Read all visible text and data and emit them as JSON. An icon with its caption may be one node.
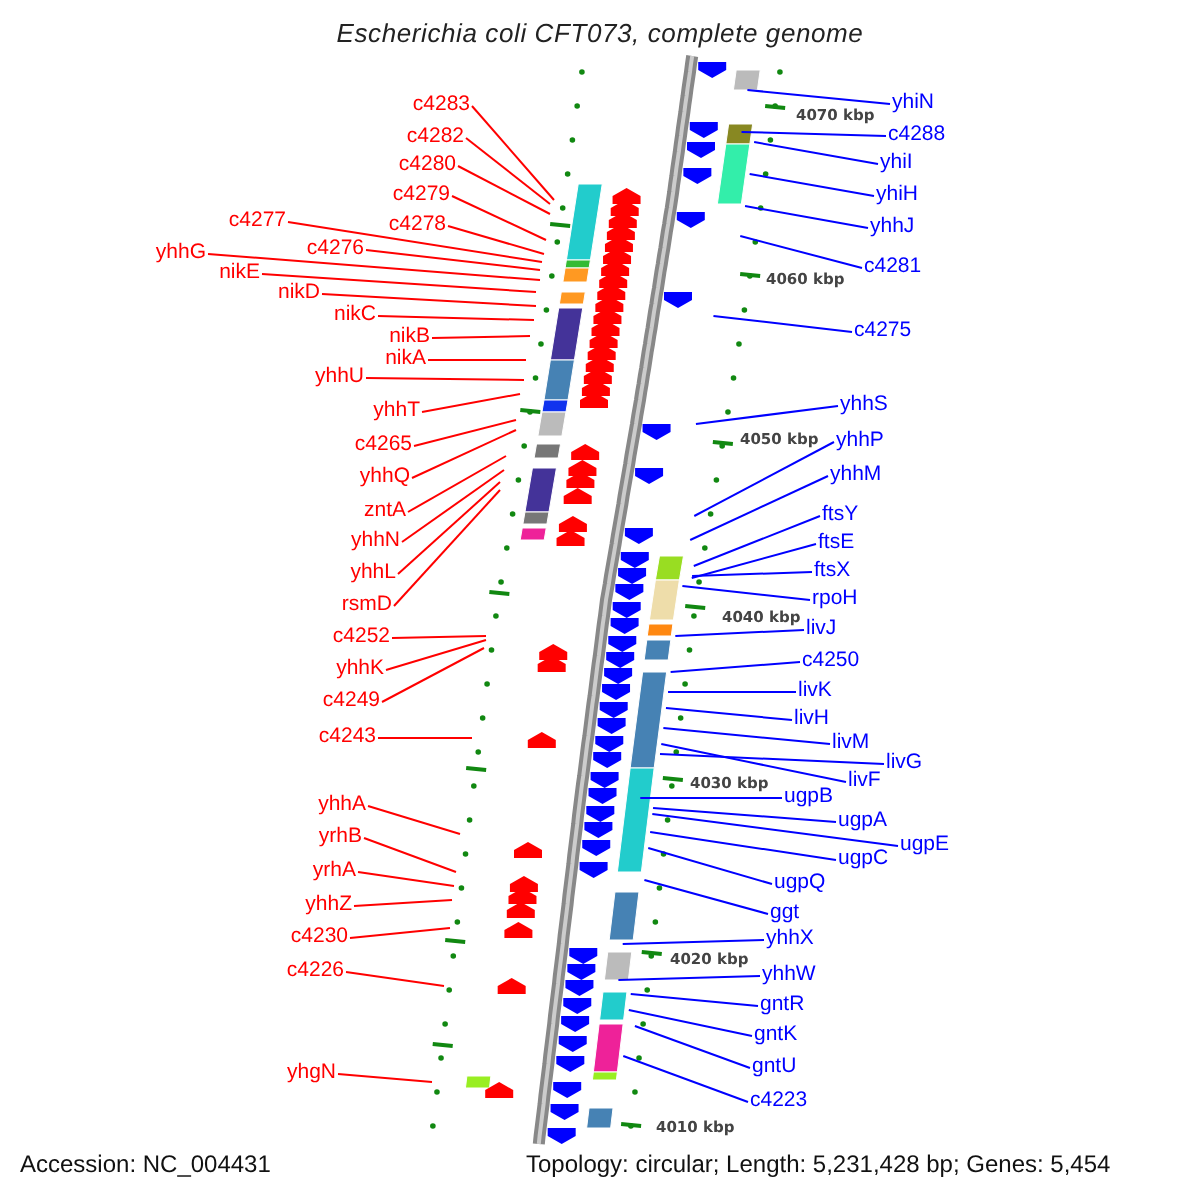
{
  "diagram": {
    "title": "Escherichia coli CFT073, complete genome",
    "nodes": [
      {
        "text": [
          "c4283"
        ]
      },
      {
        "text": [
          "c4282"
        ]
      },
      {
        "text": [
          "c4280"
        ]
      },
      {
        "text": [
          "c4279"
        ]
      },
      {
        "text": [
          "c4278"
        ]
      },
      {
        "text": [
          "c4277"
        ]
      },
      {
        "text": [
          "c4276"
        ]
      },
      {
        "text": [
          "yhhG"
        ]
      },
      {
        "text": [
          "nikE"
        ]
      },
      {
        "text": [
          "nikD"
        ]
      },
      {
        "text": [
          "nikC"
        ]
      },
      {
        "text": [
          "nikB"
        ]
      },
      {
        "text": [
          "nikA"
        ]
      },
      {
        "text": [
          "yhhU"
        ]
      },
      {
        "text": [
          "yhhT"
        ]
      },
      {
        "text": [
          "c4265"
        ]
      },
      {
        "text": [
          "yhhQ"
        ]
      },
      {
        "text": [
          "zntA"
        ]
      },
      {
        "text": [
          "yhhN"
        ]
      },
      {
        "text": [
          "yhhL"
        ]
      },
      {
        "text": [
          "rsmD"
        ]
      },
      {
        "text": [
          "c4252"
        ]
      },
      {
        "text": [
          "yhhK"
        ]
      },
      {
        "text": [
          "c4249"
        ]
      },
      {
        "text": [
          "c4243"
        ]
      },
      {
        "text": [
          "yhhA"
        ]
      },
      {
        "text": [
          "yrhB"
        ]
      },
      {
        "text": [
          "yrhA"
        ]
      },
      {
        "text": [
          "yhhZ"
        ]
      },
      {
        "text": [
          "c4230"
        ]
      },
      {
        "text": [
          "c4226"
        ]
      },
      {
        "text": [
          "yhgN"
        ]
      },
      {
        "text": [
          "yhiN"
        ]
      },
      {
        "text": [
          "c4288"
        ]
      },
      {
        "text": [
          "yhiI"
        ]
      },
      {
        "text": [
          "yhiH"
        ]
      },
      {
        "text": [
          "yhhJ"
        ]
      },
      {
        "text": [
          "c4281"
        ]
      },
      {
        "text": [
          "c4275"
        ]
      },
      {
        "text": [
          "yhhS"
        ]
      },
      {
        "text": [
          "yhhP"
        ]
      },
      {
        "text": [
          "yhhM"
        ]
      },
      {
        "text": [
          "ftsY"
        ]
      },
      {
        "text": [
          "ftsE"
        ]
      },
      {
        "text": [
          "ftsX"
        ]
      },
      {
        "text": [
          "rpoH"
        ]
      },
      {
        "text": [
          "livJ"
        ]
      },
      {
        "text": [
          "c4250"
        ]
      },
      {
        "text": [
          "livK"
        ]
      },
      {
        "text": [
          "livH"
        ]
      },
      {
        "text": [
          "livM"
        ]
      },
      {
        "text": [
          "livF"
        ]
      },
      {
        "text": [
          "livG"
        ]
      },
      {
        "text": [
          "ugpB"
        ]
      },
      {
        "text": [
          "ugpA"
        ]
      },
      {
        "text": [
          "ugpE"
        ]
      },
      {
        "text": [
          "ugpC"
        ]
      },
      {
        "text": [
          "ugpQ"
        ]
      },
      {
        "text": [
          "ggt"
        ]
      },
      {
        "text": [
          "yhhX"
        ]
      },
      {
        "text": [
          "yhhW"
        ]
      },
      {
        "text": [
          "gntR"
        ]
      },
      {
        "text": [
          "gntK"
        ]
      },
      {
        "text": [
          "gntU"
        ]
      },
      {
        "text": [
          "c4223"
        ]
      }
    ],
    "edges": [
      {
        "from": 0,
        "to": null,
        "arrow": "none",
        "color": "#ff0000"
      },
      {
        "from": 1,
        "to": null,
        "arrow": "none",
        "color": "#ff0000"
      },
      {
        "from": 2,
        "to": null,
        "arrow": "none",
        "color": "#ff0000"
      },
      {
        "from": 3,
        "to": null,
        "arrow": "none",
        "color": "#ff0000"
      },
      {
        "from": 4,
        "to": null,
        "arrow": "none",
        "color": "#ff0000"
      },
      {
        "from": 5,
        "to": null,
        "arrow": "none",
        "color": "#ff0000"
      },
      {
        "from": 6,
        "to": null,
        "arrow": "none",
        "color": "#ff0000"
      },
      {
        "from": 7,
        "to": null,
        "arrow": "none",
        "color": "#ff0000"
      },
      {
        "from": 8,
        "to": null,
        "arrow": "none",
        "color": "#ff0000"
      },
      {
        "from": 9,
        "to": null,
        "arrow": "none",
        "color": "#ff0000"
      },
      {
        "from": 10,
        "to": null,
        "arrow": "none",
        "color": "#ff0000"
      },
      {
        "from": 11,
        "to": null,
        "arrow": "none",
        "color": "#ff0000"
      },
      {
        "from": 12,
        "to": null,
        "arrow": "none",
        "color": "#ff0000"
      },
      {
        "from": 13,
        "to": null,
        "arrow": "none",
        "color": "#ff0000"
      },
      {
        "from": 14,
        "to": null,
        "arrow": "none",
        "color": "#ff0000"
      },
      {
        "from": 15,
        "to": null,
        "arrow": "none",
        "color": "#ff0000"
      },
      {
        "from": 16,
        "to": null,
        "arrow": "none",
        "color": "#ff0000"
      },
      {
        "from": 17,
        "to": null,
        "arrow": "none",
        "color": "#ff0000"
      },
      {
        "from": 18,
        "to": null,
        "arrow": "none",
        "color": "#ff0000"
      },
      {
        "from": 19,
        "to": null,
        "arrow": "none",
        "color": "#ff0000"
      },
      {
        "from": 20,
        "to": null,
        "arrow": "none",
        "color": "#ff0000"
      },
      {
        "from": 21,
        "to": null,
        "arrow": "none",
        "color": "#ff0000"
      },
      {
        "from": 22,
        "to": null,
        "arrow": "none",
        "color": "#ff0000"
      },
      {
        "from": 23,
        "to": null,
        "arrow": "none",
        "color": "#ff0000"
      },
      {
        "from": 24,
        "to": null,
        "arrow": "none",
        "color": "#ff0000"
      },
      {
        "from": 25,
        "to": null,
        "arrow": "none",
        "color": "#ff0000"
      },
      {
        "from": 26,
        "to": null,
        "arrow": "none",
        "color": "#ff0000"
      },
      {
        "from": 27,
        "to": null,
        "arrow": "none",
        "color": "#ff0000"
      },
      {
        "from": 28,
        "to": null,
        "arrow": "none",
        "color": "#ff0000"
      },
      {
        "from": 29,
        "to": null,
        "arrow": "none",
        "color": "#ff0000"
      },
      {
        "from": 30,
        "to": null,
        "arrow": "none",
        "color": "#ff0000"
      },
      {
        "from": 31,
        "to": null,
        "arrow": "none",
        "color": "#ff0000"
      },
      {
        "from": 32,
        "to": null,
        "arrow": "none"
      },
      {
        "from": 33,
        "to": null,
        "arrow": "none"
      },
      {
        "from": 34,
        "to": null,
        "arrow": "none"
      },
      {
        "from": 35,
        "to": null,
        "arrow": "none"
      },
      {
        "from": 36,
        "to": null,
        "arrow": "none"
      },
      {
        "from": 37,
        "to": null,
        "arrow": "none"
      },
      {
        "from": 38,
        "to": null,
        "arrow": "none"
      },
      {
        "from": 39,
        "to": null,
        "arrow": "none"
      },
      {
        "from": 40,
        "to": null,
        "arrow": "none"
      },
      {
        "from": 41,
        "to": null,
        "arrow": "none"
      },
      {
        "from": 42,
        "to": null,
        "arrow": "none"
      },
      {
        "from": 43,
        "to": null,
        "arrow": "none"
      },
      {
        "from": 44,
        "to": null,
        "arrow": "none"
      },
      {
        "from": 45,
        "to": null,
        "arrow": "none"
      },
      {
        "from": 46,
        "to": null,
        "arrow": "none"
      },
      {
        "from": 47,
        "to": null,
        "arrow": "none"
      },
      {
        "from": 48,
        "to": null,
        "arrow": "none"
      },
      {
        "from": 49,
        "to": null,
        "arrow": "none"
      },
      {
        "from": 50,
        "to": null,
        "arrow": "none"
      },
      {
        "from": 51,
        "to": null,
        "arrow": "none"
      },
      {
        "from": 52,
        "to": null,
        "arrow": "none"
      },
      {
        "from": 53,
        "to": null,
        "arrow": "none"
      },
      {
        "from": 54,
        "to": null,
        "arrow": "none"
      },
      {
        "from": 55,
        "to": null,
        "arrow": "none"
      },
      {
        "from": 56,
        "to": null,
        "arrow": "none"
      },
      {
        "from": 57,
        "to": null,
        "arrow": "none"
      },
      {
        "from": 58,
        "to": null,
        "arrow": "none"
      },
      {
        "from": 59,
        "to": null,
        "arrow": "none"
      },
      {
        "from": 60,
        "to": null,
        "arrow": "none"
      },
      {
        "from": 61,
        "to": null,
        "arrow": "none"
      },
      {
        "from": 62,
        "to": null,
        "arrow": "none"
      },
      {
        "from": 63,
        "to": null,
        "arrow": "none"
      },
      {
        "from": 64,
        "to": null,
        "arrow": "none"
      }
    ],
    "labels": [
      "4070 kbp",
      "4060 kbp",
      "4050 kbp",
      "4040 kbp",
      "4030 kbp",
      "4020 kbp",
      "4010 kbp",
      "Accession: NC_004431",
      "Topology: circular; Length: 5,231,428 bp; Genes: 5,454"
    ]
  }
}
